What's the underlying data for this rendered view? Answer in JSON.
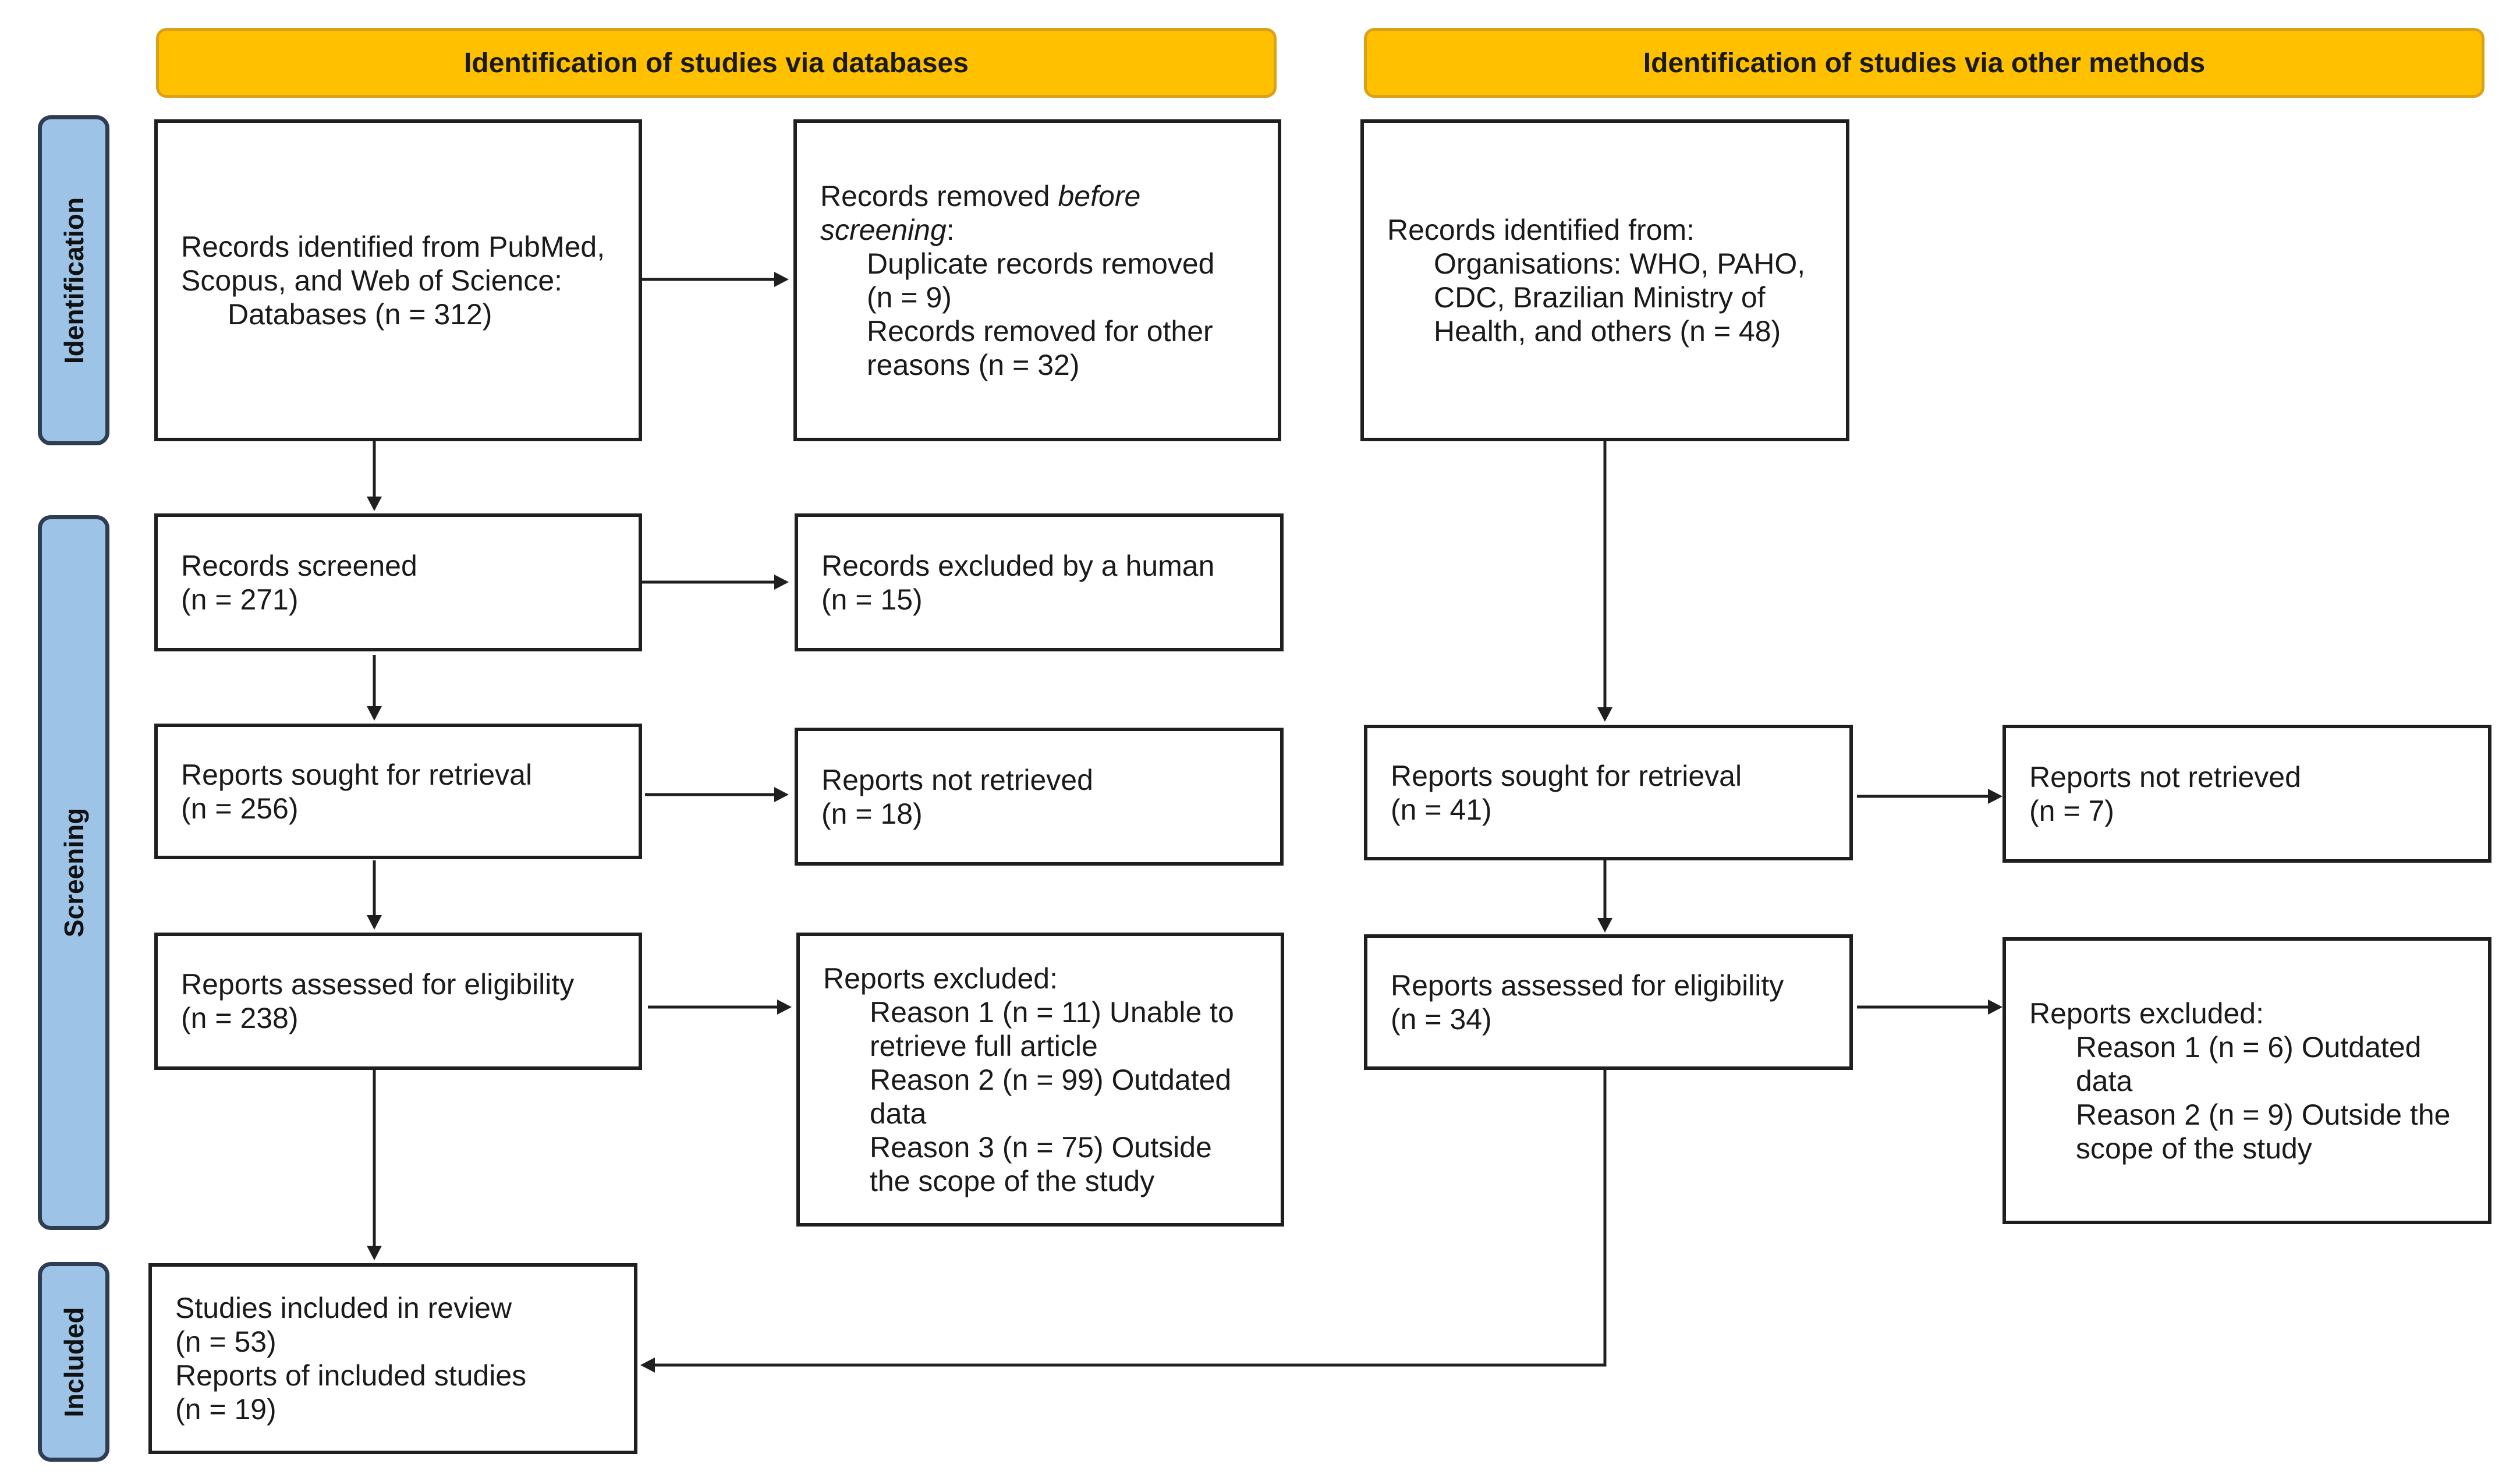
{
  "headers": {
    "databases": "Identification of studies via databases",
    "other": "Identification of studies via other methods"
  },
  "phases": {
    "identification": "Identification",
    "screening": "Screening",
    "included": "Included"
  },
  "db": {
    "identified": {
      "line1": "Records identified from PubMed,",
      "line2": "Scopus, and Web of Science:",
      "line3": "Databases (n = 312)"
    },
    "removed": {
      "line1a": "Records removed ",
      "line1b": "before",
      "line2a": "screening",
      "line2b": ":",
      "line3": "Duplicate records removed",
      "line4": "(n = 9)",
      "line5": "Records removed for other",
      "line6": "reasons (n = 32)"
    },
    "screened": {
      "line1": "Records screened",
      "line2": "(n = 271)"
    },
    "excluded_human": {
      "line1": "Records excluded by a human",
      "line2": "(n = 15)"
    },
    "sought": {
      "line1": "Reports sought for retrieval",
      "line2": "(n = 256)"
    },
    "not_retrieved": {
      "line1": "Reports not retrieved",
      "line2": "(n = 18)"
    },
    "assessed": {
      "line1": "Reports assessed for eligibility",
      "line2": "(n = 238)"
    },
    "reports_excluded": {
      "line1": "Reports excluded:",
      "line2": "Reason 1 (n = 11) Unable to",
      "line3": "retrieve full article",
      "line4": "Reason 2 (n = 99) Outdated",
      "line5": "data",
      "line6": "Reason 3 (n = 75) Outside",
      "line7": "the scope of the study"
    },
    "included": {
      "line1": "Studies included in review",
      "line2": "(n = 53)",
      "line3": "Reports of included studies",
      "line4": "(n = 19)"
    }
  },
  "other": {
    "identified": {
      "line1": "Records identified from:",
      "line2": "Organisations: WHO, PAHO,",
      "line3": "CDC, Brazilian Ministry of",
      "line4": "Health, and others (n = 48)"
    },
    "sought": {
      "line1": "Reports sought for retrieval",
      "line2": "(n = 41)"
    },
    "not_retrieved": {
      "line1": "Reports not retrieved",
      "line2": "(n = 7)"
    },
    "assessed": {
      "line1": "Reports assessed for eligibility",
      "line2": "(n = 34)"
    },
    "reports_excluded": {
      "line1": "Reports excluded:",
      "line2": "Reason 1 (n = 6) Outdated",
      "line3": "data",
      "line4": "Reason 2 (n = 9) Outside the",
      "line5": "scope of the study"
    }
  },
  "colors": {
    "header_fill": "#FFC000",
    "phase_fill": "#9DC3E6",
    "box_border": "#1f1f1f"
  }
}
